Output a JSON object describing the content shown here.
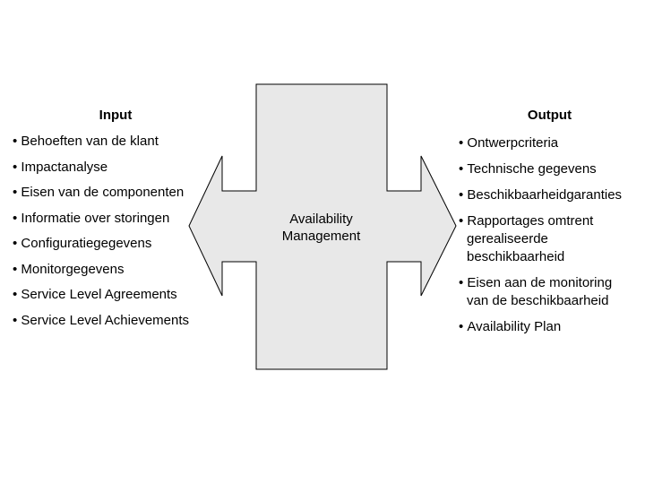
{
  "diagram": {
    "input_heading": "Input",
    "output_heading": "Output",
    "center_label_line1": "Availability",
    "center_label_line2": "Management",
    "input_items": [
      "Behoeften van de klant",
      "Impactanalyse",
      "Eisen van de componenten",
      "Informatie over storingen",
      "Configuratiegegevens",
      "Monitorgegevens",
      "Service Level Agreements",
      "Service Level Achievements"
    ],
    "output_items": [
      "Ontwerpcriteria",
      "Technische gegevens",
      "Beschikbaarheidgaranties",
      "Rapportages omtrent gerealiseerde beschikbaarheid",
      "Eisen aan de monitoring van de beschikbaarheid",
      "Availability Plan"
    ],
    "colors": {
      "shape_fill": "#E8E8E8",
      "shape_stroke": "#000000",
      "text": "#000000",
      "background": "#FFFFFF"
    }
  }
}
